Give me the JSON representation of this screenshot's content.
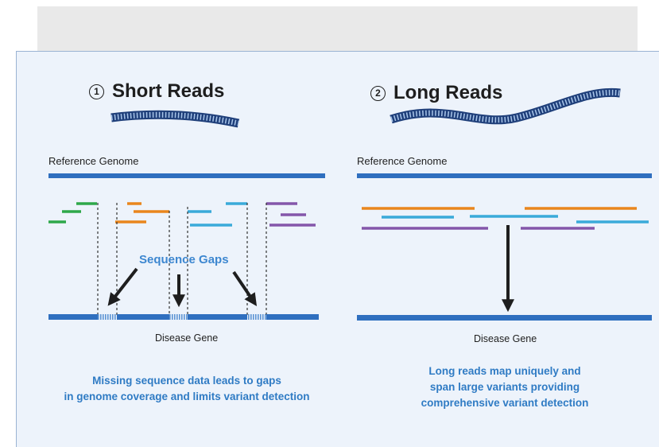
{
  "short_reads": {
    "number": "1",
    "title": "Short Reads",
    "reference_label": "Reference Genome",
    "gaps_label": "Sequence Gaps",
    "gene_label": "Disease Gene",
    "caption_line1": "Missing sequence data leads to gaps",
    "caption_line2": "in genome coverage and limits variant detection"
  },
  "long_reads": {
    "number": "2",
    "title": "Long Reads",
    "reference_label": "Reference Genome",
    "gene_label": "Disease Gene",
    "caption_line1": "Long reads map uniquely and",
    "caption_line2": "span large variants providing",
    "caption_line3": "comprehensive variant detection"
  },
  "colors": {
    "genome": "#2f6fbf",
    "green": "#2ea84a",
    "orange": "#e9861d",
    "cyan": "#3aaad9",
    "purple": "#8456aa",
    "caption": "#2f7bc4"
  }
}
